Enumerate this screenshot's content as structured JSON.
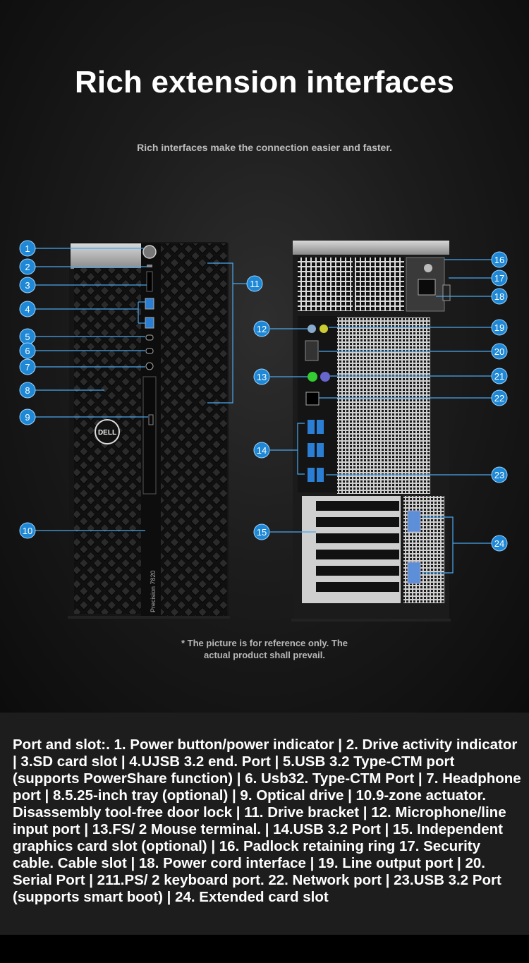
{
  "header": {
    "title": "Rich extension interfaces",
    "subtitle": "Rich interfaces make the connection easier and faster."
  },
  "product": {
    "brand": "DELL",
    "model": "Precision 7820"
  },
  "callouts": [
    "1",
    "2",
    "3",
    "4",
    "5",
    "6",
    "7",
    "8",
    "9",
    "10",
    "11",
    "12",
    "13",
    "14",
    "15",
    "16",
    "17",
    "18",
    "19",
    "20",
    "21",
    "22",
    "23",
    "24"
  ],
  "disclaimer": {
    "line1": "* The picture is for reference only. The",
    "line2": "actual product shall prevail."
  },
  "caption": {
    "text": "Port and slot:. 1. Power button/power indicator | 2. Drive activity indicator | 3.SD card slot | 4.UJSB 3.2 end. Port | 5.USB 3.2 Type-CTM port (supports PowerShare function) | 6. Usb32. Type-CTM Port | 7. Headphone port | 8.5.25-inch tray (optional) | 9. Optical drive | 10.9-zone actuator. Disassembly tool-free door lock | 11. Drive bracket | 12. Microphone/line input port | 13.FS/ 2 Mouse terminal. | 14.USB 3.2 Port | 15. Independent graphics card slot (optional) | 16. Padlock retaining ring 17. Security cable. Cable slot | 18. Power cord interface | 19. Line output port | 20. Serial Port | 211.PS/ 2 keyboard port. 22. Network port | 23.USB 3.2 Port (supports smart boot) | 24. Extended card slot"
  },
  "colors": {
    "accent": "#1e88d6",
    "leader": "#4aa8ee",
    "caption_bg": "#1d1d1d"
  }
}
